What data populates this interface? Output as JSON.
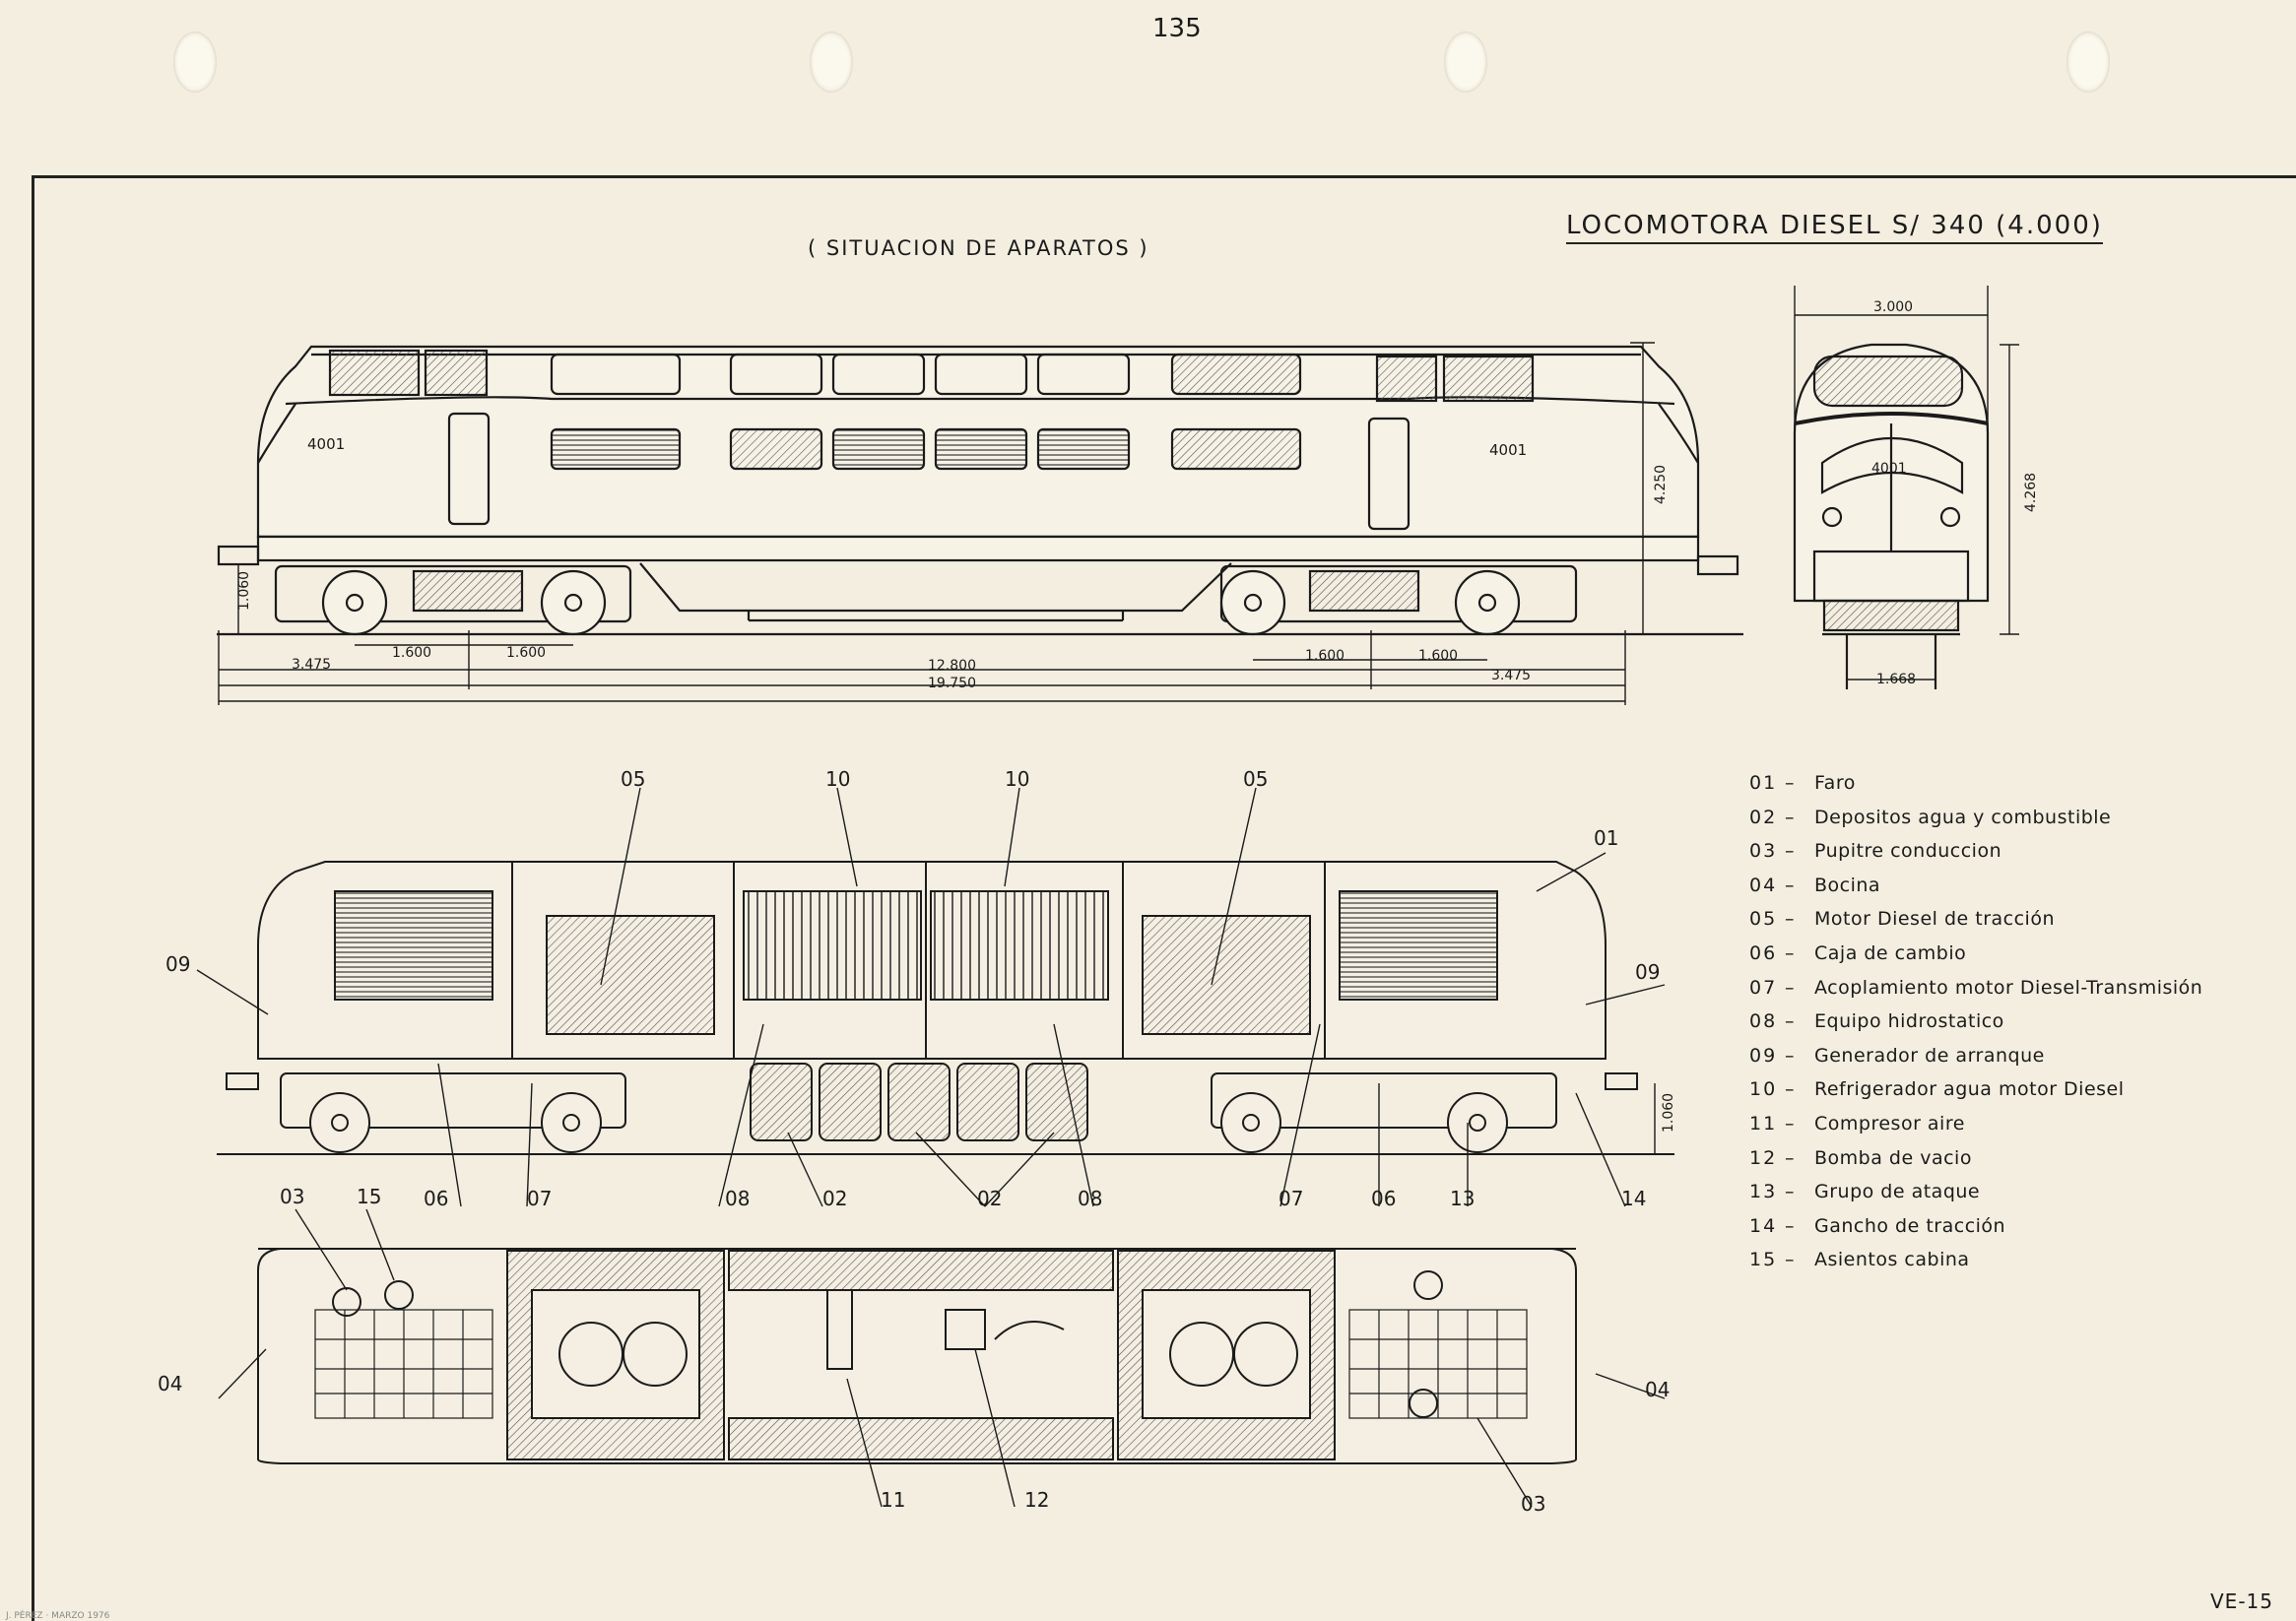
{
  "page_number": "135",
  "sheet_code": "VE-15",
  "printer_note": "J. PÉREZ · MARZO 1976",
  "title": "LOCOMOTORA DIESEL   S/ 340   (4.000)",
  "subtitle": "( SITUACION DE APARATOS )",
  "side_view": {
    "loco_number_front": "4001",
    "loco_number_rear": "4001",
    "dim_bogie_left_1": "1.600",
    "dim_bogie_left_2": "1.600",
    "dim_bogie_right_1": "1.600",
    "dim_bogie_right_2": "1.600",
    "dim_overhang_left": "3.475",
    "dim_overhang_right": "3.475",
    "dim_bogie_centres": "12.800",
    "dim_total_length": "19.750",
    "dim_height": "4.250",
    "dim_buffer_height": "1.060"
  },
  "front_view": {
    "loco_number": "4001",
    "dim_width": "3.000",
    "dim_height": "4.268",
    "dim_gauge": "1.668"
  },
  "section_view": {
    "callouts": {
      "c05a": "05",
      "c10a": "10",
      "c10b": "10",
      "c05b": "05",
      "c01": "01",
      "c09a": "09",
      "c09b": "09",
      "c06a": "06",
      "c07a": "07",
      "c08a": "08",
      "c02a": "02",
      "c02b": "02",
      "c08b": "08",
      "c07b": "07",
      "c06b": "06",
      "c13": "13",
      "c14": "14",
      "dim": "1.060"
    }
  },
  "plan_view": {
    "callouts": {
      "c03a": "03",
      "c15": "15",
      "c04a": "04",
      "c04b": "04",
      "c11": "11",
      "c12": "12",
      "c03b": "03"
    }
  },
  "legend": [
    {
      "code": "01",
      "label": "Faro"
    },
    {
      "code": "02",
      "label": "Depositos agua y combustible"
    },
    {
      "code": "03",
      "label": "Pupitre conduccion"
    },
    {
      "code": "04",
      "label": "Bocina"
    },
    {
      "code": "05",
      "label": "Motor Diesel de tracción"
    },
    {
      "code": "06",
      "label": "Caja de cambio"
    },
    {
      "code": "07",
      "label": "Acoplamiento motor Diesel-Transmisión"
    },
    {
      "code": "08",
      "label": "Equipo hidrostatico"
    },
    {
      "code": "09",
      "label": "Generador de arranque"
    },
    {
      "code": "10",
      "label": "Refrigerador agua motor Diesel"
    },
    {
      "code": "11",
      "label": "Compresor aire"
    },
    {
      "code": "12",
      "label": "Bomba de vacio"
    },
    {
      "code": "13",
      "label": "Grupo de ataque"
    },
    {
      "code": "14",
      "label": "Gancho de tracción"
    },
    {
      "code": "15",
      "label": "Asientos cabina"
    }
  ]
}
